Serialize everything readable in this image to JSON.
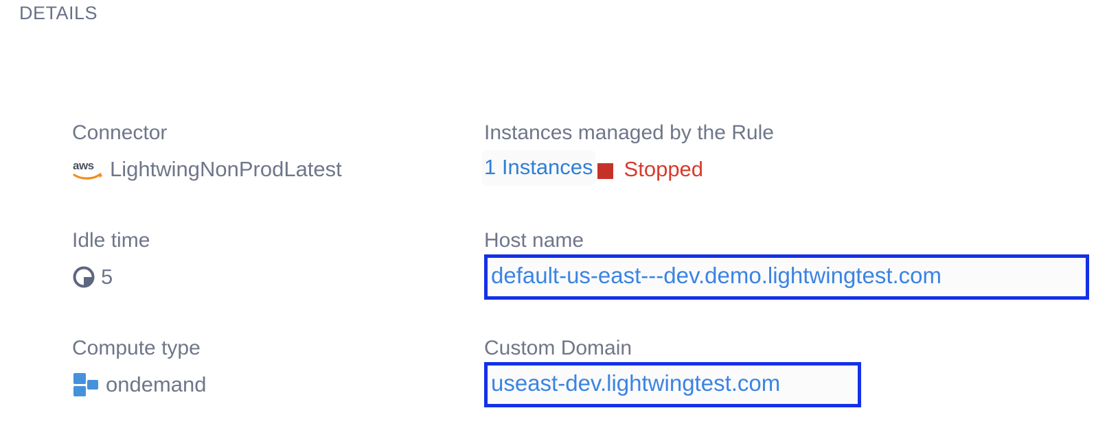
{
  "section": {
    "title": "DETAILS"
  },
  "fields": {
    "connector": {
      "label": "Connector",
      "value": "LightwingNonProdLatest",
      "icon": "aws-logo-icon"
    },
    "instances": {
      "label": "Instances managed by the Rule",
      "count_value": "1 Instances",
      "status": "Stopped",
      "status_icon": "stopped-square-icon"
    },
    "idle_time": {
      "label": "Idle time",
      "value": "5",
      "icon": "clock-icon"
    },
    "host_name": {
      "label": "Host name",
      "value": "default-us-east---dev.demo.lightwingtest.com"
    },
    "compute_type": {
      "label": "Compute type",
      "value": "ondemand",
      "icon": "compute-squares-icon"
    },
    "custom_domain": {
      "label": "Custom Domain",
      "value": "useast-dev.lightwingtest.com"
    }
  },
  "colors": {
    "label_text": "#6f7689",
    "value_text": "#6f7689",
    "link_blue": "#3a84e2",
    "instances_blue": "#2f7fd6",
    "status_red": "#d63a2c",
    "status_swatch_red": "#c63127",
    "annotation_border": "#1430e8",
    "compute_blue": "#4591db",
    "aws_orange": "#f08d20",
    "background": "#ffffff"
  }
}
